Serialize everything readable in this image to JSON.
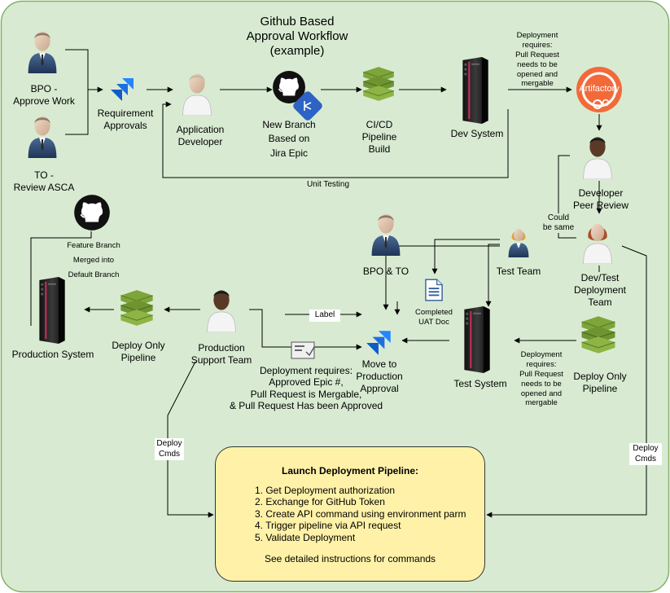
{
  "colors": {
    "background": "#d8ebd2",
    "border": "#82b366",
    "launch_fill": "#fff2a8",
    "artifactory": "#f26a3a",
    "jira": "#2684ff",
    "pipeline": "#7ea53a"
  },
  "title": {
    "line1": "Github Based",
    "line2": "Approval Workflow",
    "line3": "(example)"
  },
  "nodes": {
    "bpo_approve": {
      "line1": "BPO -",
      "line2": "Approve Work",
      "icon": "person-suit-icon"
    },
    "to_review": {
      "line1": "TO -",
      "line2": "Review ASCA",
      "icon": "person-suit-icon"
    },
    "requirement_approvals": {
      "line1": "Requirement",
      "line2": "Approvals",
      "icon": "jira-icon"
    },
    "app_developer": {
      "line1": "Application",
      "line2": "Developer",
      "icon": "person-icon"
    },
    "new_branch": {
      "line1": "New Branch",
      "line2": "Based on",
      "line3": "Jira Epic",
      "icon": "github-jira-icon"
    },
    "cicd_pipeline": {
      "line1": "CI/CD",
      "line2": "Pipeline",
      "line3": "Build",
      "icon": "pipeline-icon"
    },
    "dev_system": {
      "label": "Dev System",
      "icon": "server-icon"
    },
    "dev_requirement": {
      "line1": "Deployment",
      "line2": "requires:",
      "line3": "Pull Request",
      "line4": "needs to be",
      "line5": "opened and",
      "line6": "mergable"
    },
    "artifactory": {
      "label": "Artifactory",
      "icon": "artifactory-icon"
    },
    "peer_review": {
      "line1": "Developer",
      "line2": "Peer Review",
      "icon": "person-dark-icon"
    },
    "could_be_same": {
      "line1": "Could",
      "line2": "be same"
    },
    "devtest_team": {
      "line1": "Dev/Test",
      "line2": "Deployment",
      "line3": "Team",
      "icon": "person-female-icon"
    },
    "test_team": {
      "label": "Test Team",
      "icon": "person-female-icon"
    },
    "bpo_to": {
      "label": "BPO & TO",
      "icon": "person-suit-icon"
    },
    "uat_doc": {
      "line1": "Completed",
      "line2": "UAT Doc",
      "icon": "document-icon"
    },
    "github_merged": {
      "line1": "Feature Branch",
      "line2": "Merged into",
      "line3": "Default Branch",
      "icon": "github-icon"
    },
    "production_system": {
      "label": "Production System",
      "icon": "server-icon"
    },
    "deploy_only_prod": {
      "line1": "Deploy Only",
      "line2": "Pipeline",
      "icon": "pipeline-icon"
    },
    "prod_support": {
      "line1": "Production",
      "line2": "Support Team",
      "icon": "person-dark-icon"
    },
    "label_tag": {
      "label": "Label"
    },
    "move_to_prod": {
      "line1": "Move to",
      "line2": "Production",
      "line3": "Approval",
      "icon": "jira-icon"
    },
    "prod_requirement": {
      "line1": "Deployment requires:",
      "line2": "Approved Epic #,",
      "line3": "Pull Request is Mergable,",
      "line4": "& Pull Request Has been Approved",
      "icon": "certificate-icon"
    },
    "test_system": {
      "label": "Test System",
      "icon": "server-icon"
    },
    "test_requirement": {
      "line1": "Deployment",
      "line2": "requires:",
      "line3": "Pull Request",
      "line4": "needs to be",
      "line5": "opened and",
      "line6": "mergable"
    },
    "deploy_only_test": {
      "line1": "Deploy Only",
      "line2": "Pipeline",
      "icon": "pipeline-icon"
    },
    "unit_testing": {
      "label": "Unit Testing"
    },
    "deploy_cmds_left": {
      "line1": "Deploy",
      "line2": "Cmds"
    },
    "deploy_cmds_right": {
      "line1": "Deploy",
      "line2": "Cmds"
    }
  },
  "launch": {
    "title": "Launch Deployment Pipeline:",
    "steps": [
      "1. Get Deployment authorization",
      "2. Exchange for GitHub Token",
      "3. Create API command using environment parm",
      "4. Trigger pipeline via API request",
      "5. Validate Deployment"
    ],
    "footer": "See detailed instructions for commands"
  }
}
